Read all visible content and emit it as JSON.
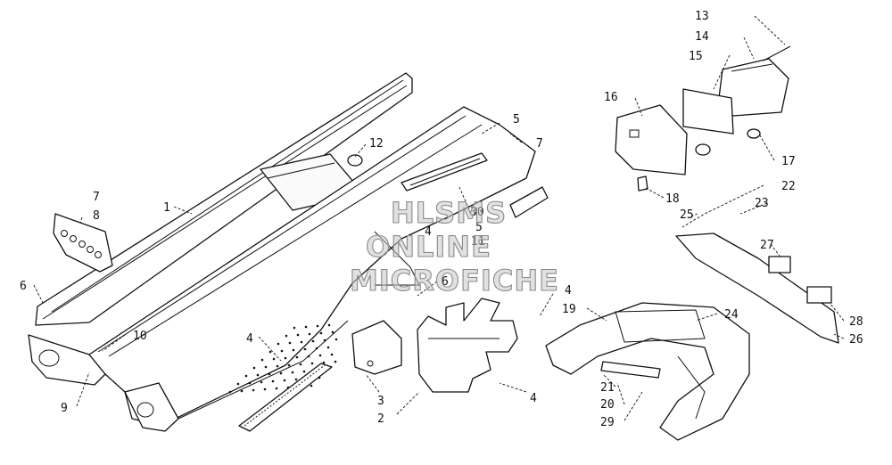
{
  "diagram": {
    "callouts": {
      "c1": "1",
      "c2": "2",
      "c3": "3",
      "c4a": "4",
      "c4b": "4",
      "c4c": "4",
      "c4d": "4",
      "c5a": "5",
      "c5b": "5",
      "c6a": "6",
      "c6b": "6",
      "c7a": "7",
      "c7b": "7",
      "c8": "8",
      "c9": "9",
      "c10": "10",
      "c11": "11",
      "c12": "12",
      "c13": "13",
      "c14": "14",
      "c15": "15",
      "c16": "16",
      "c17": "17",
      "c18": "18",
      "c19": "19",
      "c20": "20",
      "c21": "21",
      "c22": "22",
      "c23": "23",
      "c24": "24",
      "c25": "25",
      "c26": "26",
      "c27": "27",
      "c28": "28",
      "c29": "29",
      "c30": "30"
    }
  },
  "watermark": {
    "line1": "HLSMS",
    "line2": "ONLINE",
    "line3": "MICROFICHE"
  }
}
